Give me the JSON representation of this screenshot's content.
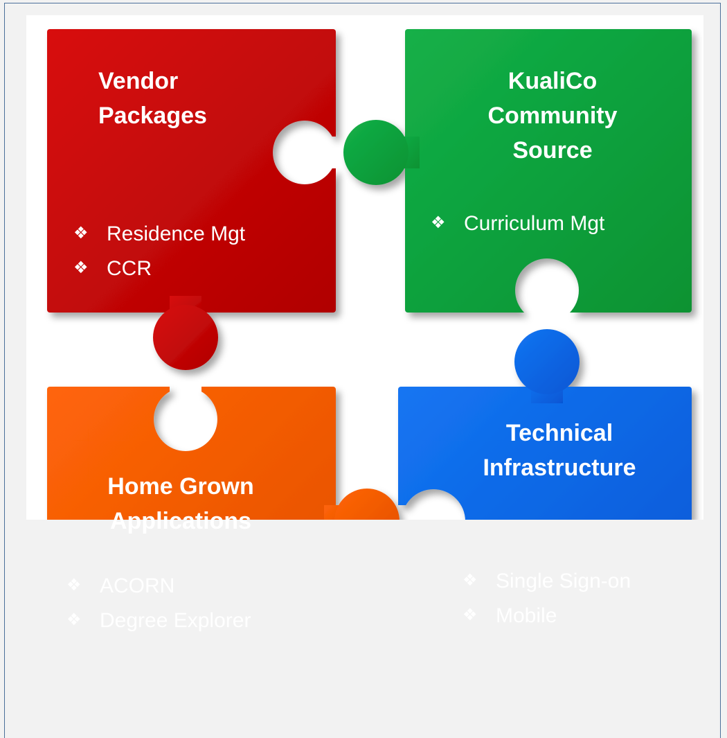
{
  "pieces": {
    "vendor": {
      "title_line1": "Vendor",
      "title_line2": "Packages",
      "color": "#c40000",
      "items": [
        "Residence Mgt",
        "CCR"
      ]
    },
    "kuali": {
      "title_line1": "KualiCo",
      "title_line2": "Community",
      "title_line3": "Source",
      "color": "#0ca13c",
      "items": [
        "Curriculum Mgt"
      ]
    },
    "homegrown": {
      "title_line1": "Home Grown",
      "title_line2": "Applications",
      "color": "#f25900",
      "items": [
        "ACORN",
        "Degree Explorer"
      ]
    },
    "technical": {
      "title_line1": "Technical",
      "title_line2": "Infrastructure",
      "color": "#0a63e6",
      "items": [
        "Single Sign-on",
        "Mobile"
      ]
    }
  },
  "bullet_symbol": "❖"
}
